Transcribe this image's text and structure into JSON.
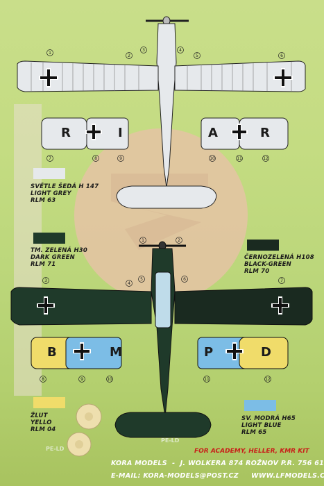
{
  "colors": {
    "background": "#c3da80",
    "light_grey": "#e6e9ec",
    "dark_green": "#1f3a2a",
    "black_green": "#1a2a20",
    "yellow": "#f0dc6a",
    "light_blue": "#7cbde6",
    "accent_red": "#c8201a"
  },
  "upper_scheme": {
    "wing_left_letter": "R",
    "wing_right_letters": [
      "A",
      "R"
    ],
    "flap_left_letters": [
      "R",
      "I"
    ],
    "callout_numbers": [
      "1",
      "2",
      "3",
      "4",
      "5",
      "6",
      "7",
      "8",
      "9",
      "10",
      "11",
      "12"
    ]
  },
  "lower_scheme": {
    "flap_left_letters": [
      "B",
      "M"
    ],
    "flap_right_letters": [
      "P",
      "D"
    ],
    "callout_numbers": [
      "1",
      "2",
      "3",
      "4",
      "5",
      "6",
      "7",
      "8",
      "9",
      "10",
      "11",
      "12"
    ]
  },
  "legend": {
    "light_grey": {
      "line1": "SVĚTLE ŠEDÁ H 147",
      "line2": "LIGHT GREY",
      "line3": "RLM 63"
    },
    "dark_green": {
      "line1": "TM. ZELENÁ H30",
      "line2": "DARK GREEN",
      "line3": "RLM 71"
    },
    "black_green": {
      "line1": "ČERNOZELENÁ H108",
      "line2": "BLACK-GREEN",
      "line3": "RLM 70"
    },
    "yellow": {
      "line1": "ŽLUT",
      "line2": "YELLO",
      "line3": "RLM 04"
    },
    "light_blue": {
      "line1": "SV. MODRÁ H65",
      "line2": "LIGHT BLUE",
      "line3": "RLM 65"
    }
  },
  "footer": {
    "kit_note": "FOR ACADEMY, HELLER, KMR KIT",
    "company": "KORA MODELS",
    "address": "J. WOLKERA 874 ROŽNOV P.R. 756 61",
    "email": "E-MAIL: KORA-MODELS@POST.CZ",
    "web": "WWW.LFMODELS.CZ",
    "recycle_label_1": "PE-LD",
    "recycle_label_2": "PE-LD"
  }
}
